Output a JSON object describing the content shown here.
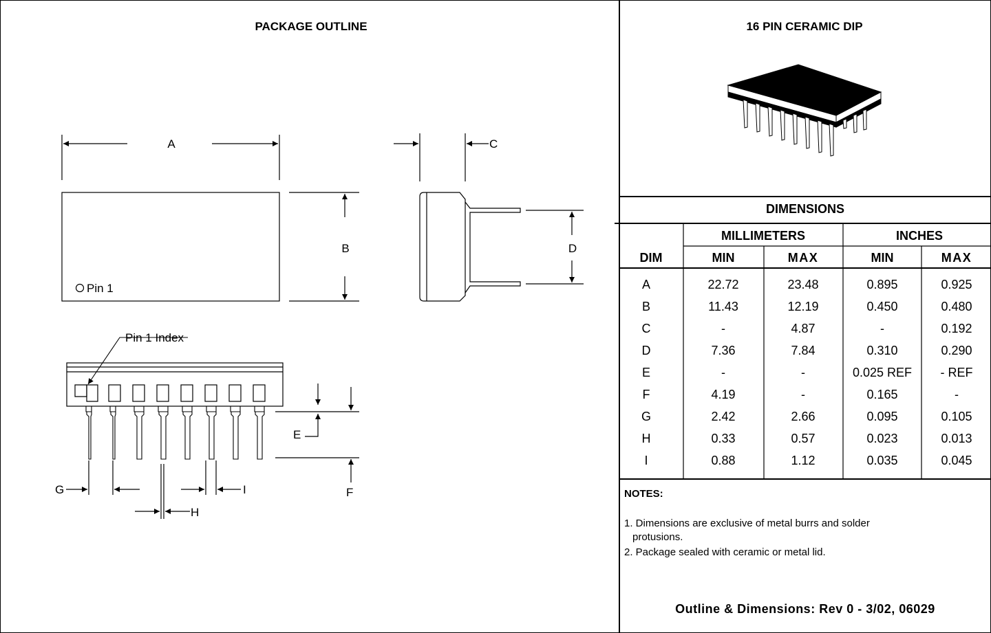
{
  "left_panel": {
    "title": "PACKAGE OUTLINE",
    "dim_labels": {
      "A": "A",
      "B": "B",
      "C": "C",
      "D": "D",
      "E": "E",
      "F": "F",
      "G": "G",
      "H": "H",
      "I": "I"
    },
    "pin1_label": "Pin 1",
    "pin1_index_label": "Pin 1 Index"
  },
  "right_panel": {
    "title": "16 PIN CERAMIC DIP",
    "dimensions_title": "DIMENSIONS",
    "units": {
      "mm": "MILLIMETERS",
      "inches": "INCHES"
    },
    "columns": {
      "dim": "DIM",
      "min": "MIN",
      "max": "MAX"
    },
    "rows": [
      {
        "dim": "A",
        "mm_min": "22.72",
        "mm_max": "23.48",
        "in_min": "0.895",
        "in_max": "0.925"
      },
      {
        "dim": "B",
        "mm_min": "11.43",
        "mm_max": "12.19",
        "in_min": "0.450",
        "in_max": "0.480"
      },
      {
        "dim": "C",
        "mm_min": "-",
        "mm_max": "4.87",
        "in_min": "-",
        "in_max": "0.192"
      },
      {
        "dim": "D",
        "mm_min": "7.36",
        "mm_max": "7.84",
        "in_min": "0.310",
        "in_max": "0.290"
      },
      {
        "dim": "E",
        "mm_min": "-",
        "mm_max": "-",
        "in_min": "0.025 REF",
        "in_max": "- REF"
      },
      {
        "dim": "F",
        "mm_min": "4.19",
        "mm_max": "-",
        "in_min": "0.165",
        "in_max": "-"
      },
      {
        "dim": "G",
        "mm_min": "2.42",
        "mm_max": "2.66",
        "in_min": "0.095",
        "in_max": "0.105"
      },
      {
        "dim": "H",
        "mm_min": "0.33",
        "mm_max": "0.57",
        "in_min": "0.023",
        "in_max": "0.013"
      },
      {
        "dim": "I",
        "mm_min": "0.88",
        "mm_max": "1.12",
        "in_min": "0.035",
        "in_max": "0.045"
      }
    ],
    "notes_title": "NOTES:",
    "notes": [
      "1. Dimensions are exclusive of  metal burrs and solder",
      "protusions.",
      "2. Package sealed with ceramic or metal lid."
    ],
    "footer": "Outline & Dimensions: Rev 0 - 3/02, 06029"
  }
}
